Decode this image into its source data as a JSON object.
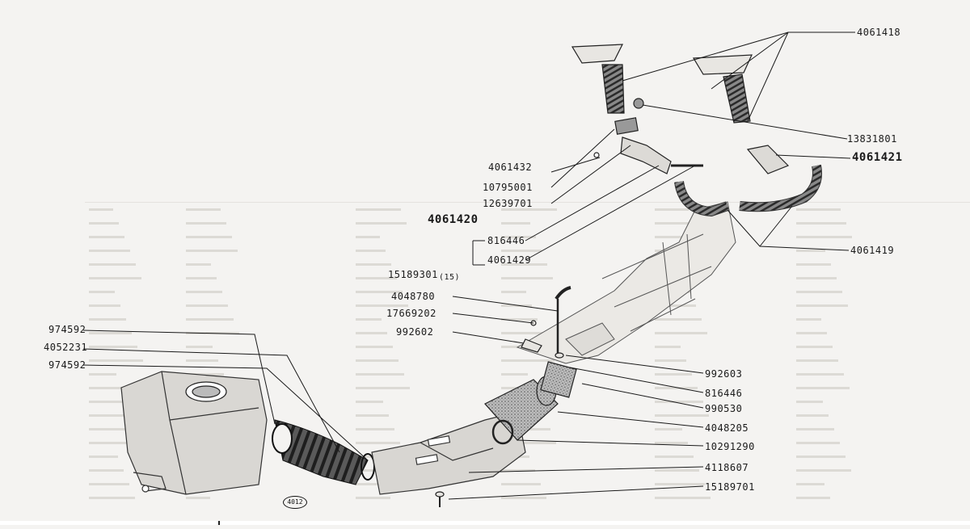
{
  "diagram": {
    "figure_code": "4012",
    "part_labels": {
      "p4061418": "4061418",
      "p13831801": "13831801",
      "p4061421": "4061421",
      "p4061432": "4061432",
      "p10795001": "10795001",
      "p12639701": "12639701",
      "p4061420": "4061420",
      "p816446_upper": "816446",
      "p4061429": "4061429",
      "p4061419": "4061419",
      "p15189301": "15189301",
      "qty15189301": "(15)",
      "p4048780": "4048780",
      "p17669202": "17669202",
      "p992602": "992602",
      "p974592_a": "974592",
      "p4052231": "4052231",
      "p974592_b": "974592",
      "p992603": "992603",
      "p816446_lower": "816446",
      "p990530": "990530",
      "p4048205": "4048205",
      "p10291290": "10291290",
      "p4118607": "4118607",
      "p15189701": "15189701"
    }
  }
}
